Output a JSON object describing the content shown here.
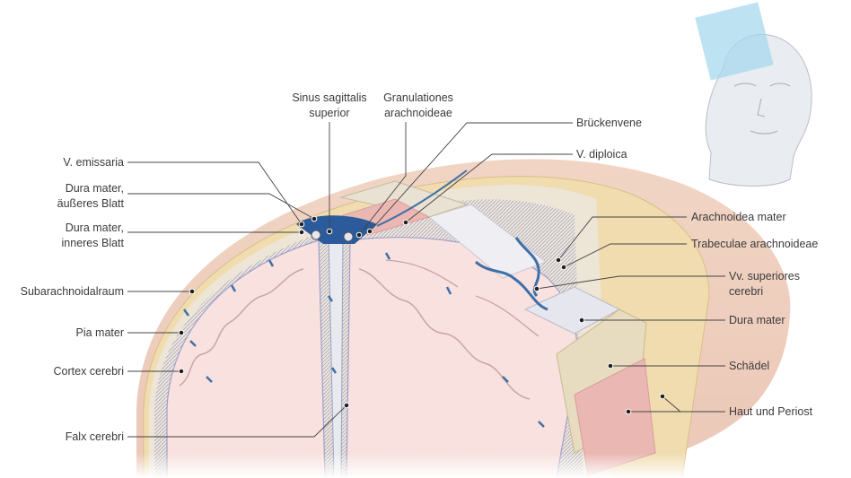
{
  "labels": {
    "sinus_sagittalis_1": "Sinus sagittalis",
    "sinus_sagittalis_2": "superior",
    "granulationes_1": "Granulationes",
    "granulationes_2": "arachnoideae",
    "brueckenvene": "Brückenvene",
    "v_diploica": "V. diploica",
    "v_emissaria": "V. emissaria",
    "dura_aeusseres_1": "Dura mater,",
    "dura_aeusseres_2": "äußeres Blatt",
    "dura_inneres_1": "Dura mater,",
    "dura_inneres_2": "inneres Blatt",
    "subarachnoidalraum": "Subarachnoidalraum",
    "pia_mater": "Pia mater",
    "cortex_cerebri": "Cortex cerebri",
    "falx_cerebri": "Falx cerebri",
    "arachnoidea_mater": "Arachnoidea mater",
    "trabeculae": "Trabeculae arachnoideae",
    "vv_superiores_1": "Vv. superiores",
    "vv_superiores_2": "cerebri",
    "dura_mater": "Dura mater",
    "schaedel": "Schädel",
    "haut_periost": "Haut und Periost"
  },
  "colors": {
    "skin": "#f2d9cc",
    "skull": "#f0dcae",
    "dura": "#ede5d6",
    "brain": "#f8e1de",
    "subarachnoid": "#d9d9ec",
    "vein": "#3f6fa8",
    "sinus": "#2b5b9b",
    "marker_plane": "#a7d8ee"
  }
}
